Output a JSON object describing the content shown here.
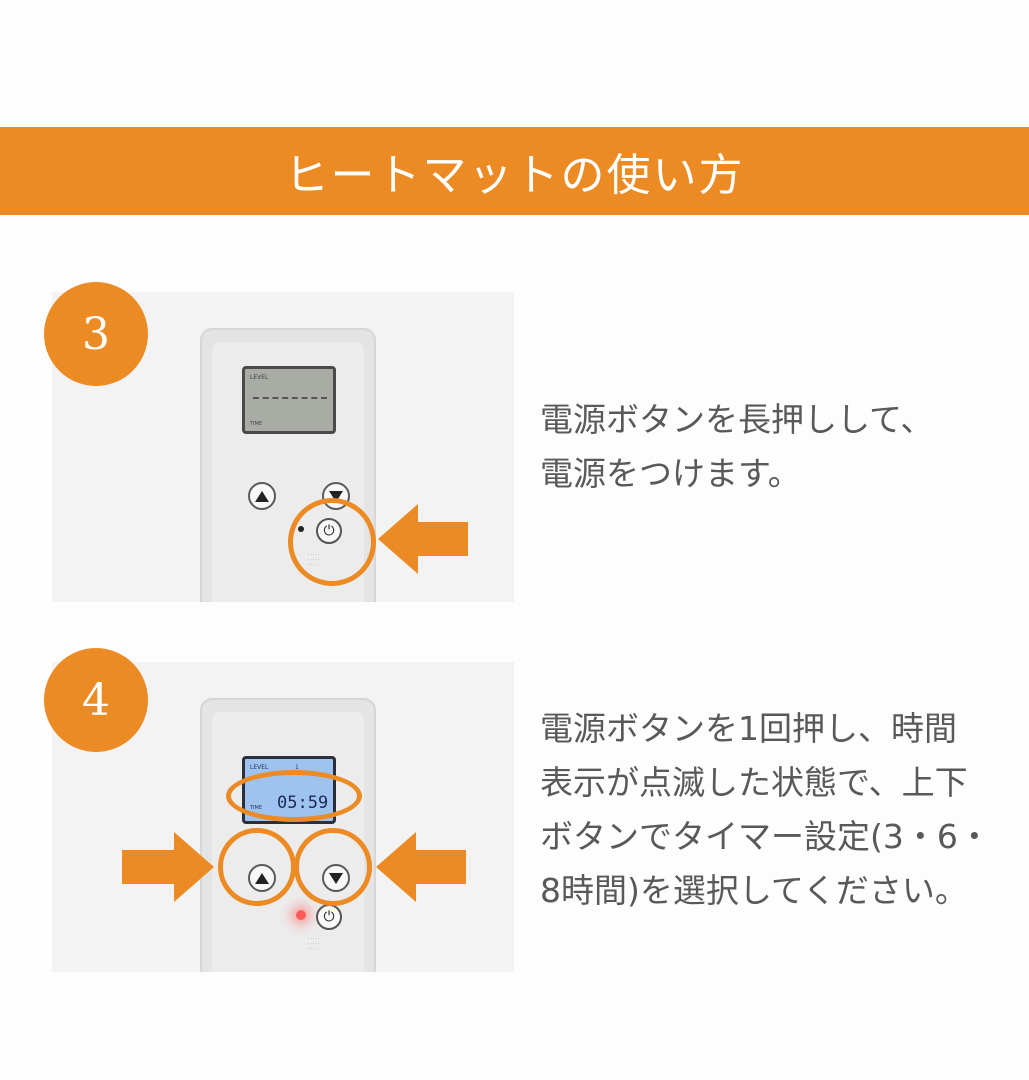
{
  "banner": {
    "title": "ヒートマットの使い方"
  },
  "colors": {
    "accent": "#ec8a24",
    "text": "#595959",
    "background": "#fdfdfd"
  },
  "steps": [
    {
      "number": "3",
      "description": "電源ボタンを長押しして、\n電源をつけます。",
      "remote": {
        "lcd_level": "LEVEL",
        "lcd_time": "TIME"
      }
    },
    {
      "number": "4",
      "description": "電源ボタンを1回押し、時間\n表示が点滅した状態で、上下\nボタンでタイマー設定(3・6・\n8時間)を選択してください。",
      "remote": {
        "lcd_level": "LEVEL",
        "lcd_level_value": "1",
        "lcd_time_label": "TIME",
        "lcd_time": "05:59"
      }
    }
  ],
  "icons": [
    "arrow-up-icon",
    "arrow-down-icon",
    "power-icon",
    "pointer-arrow-icon"
  ]
}
